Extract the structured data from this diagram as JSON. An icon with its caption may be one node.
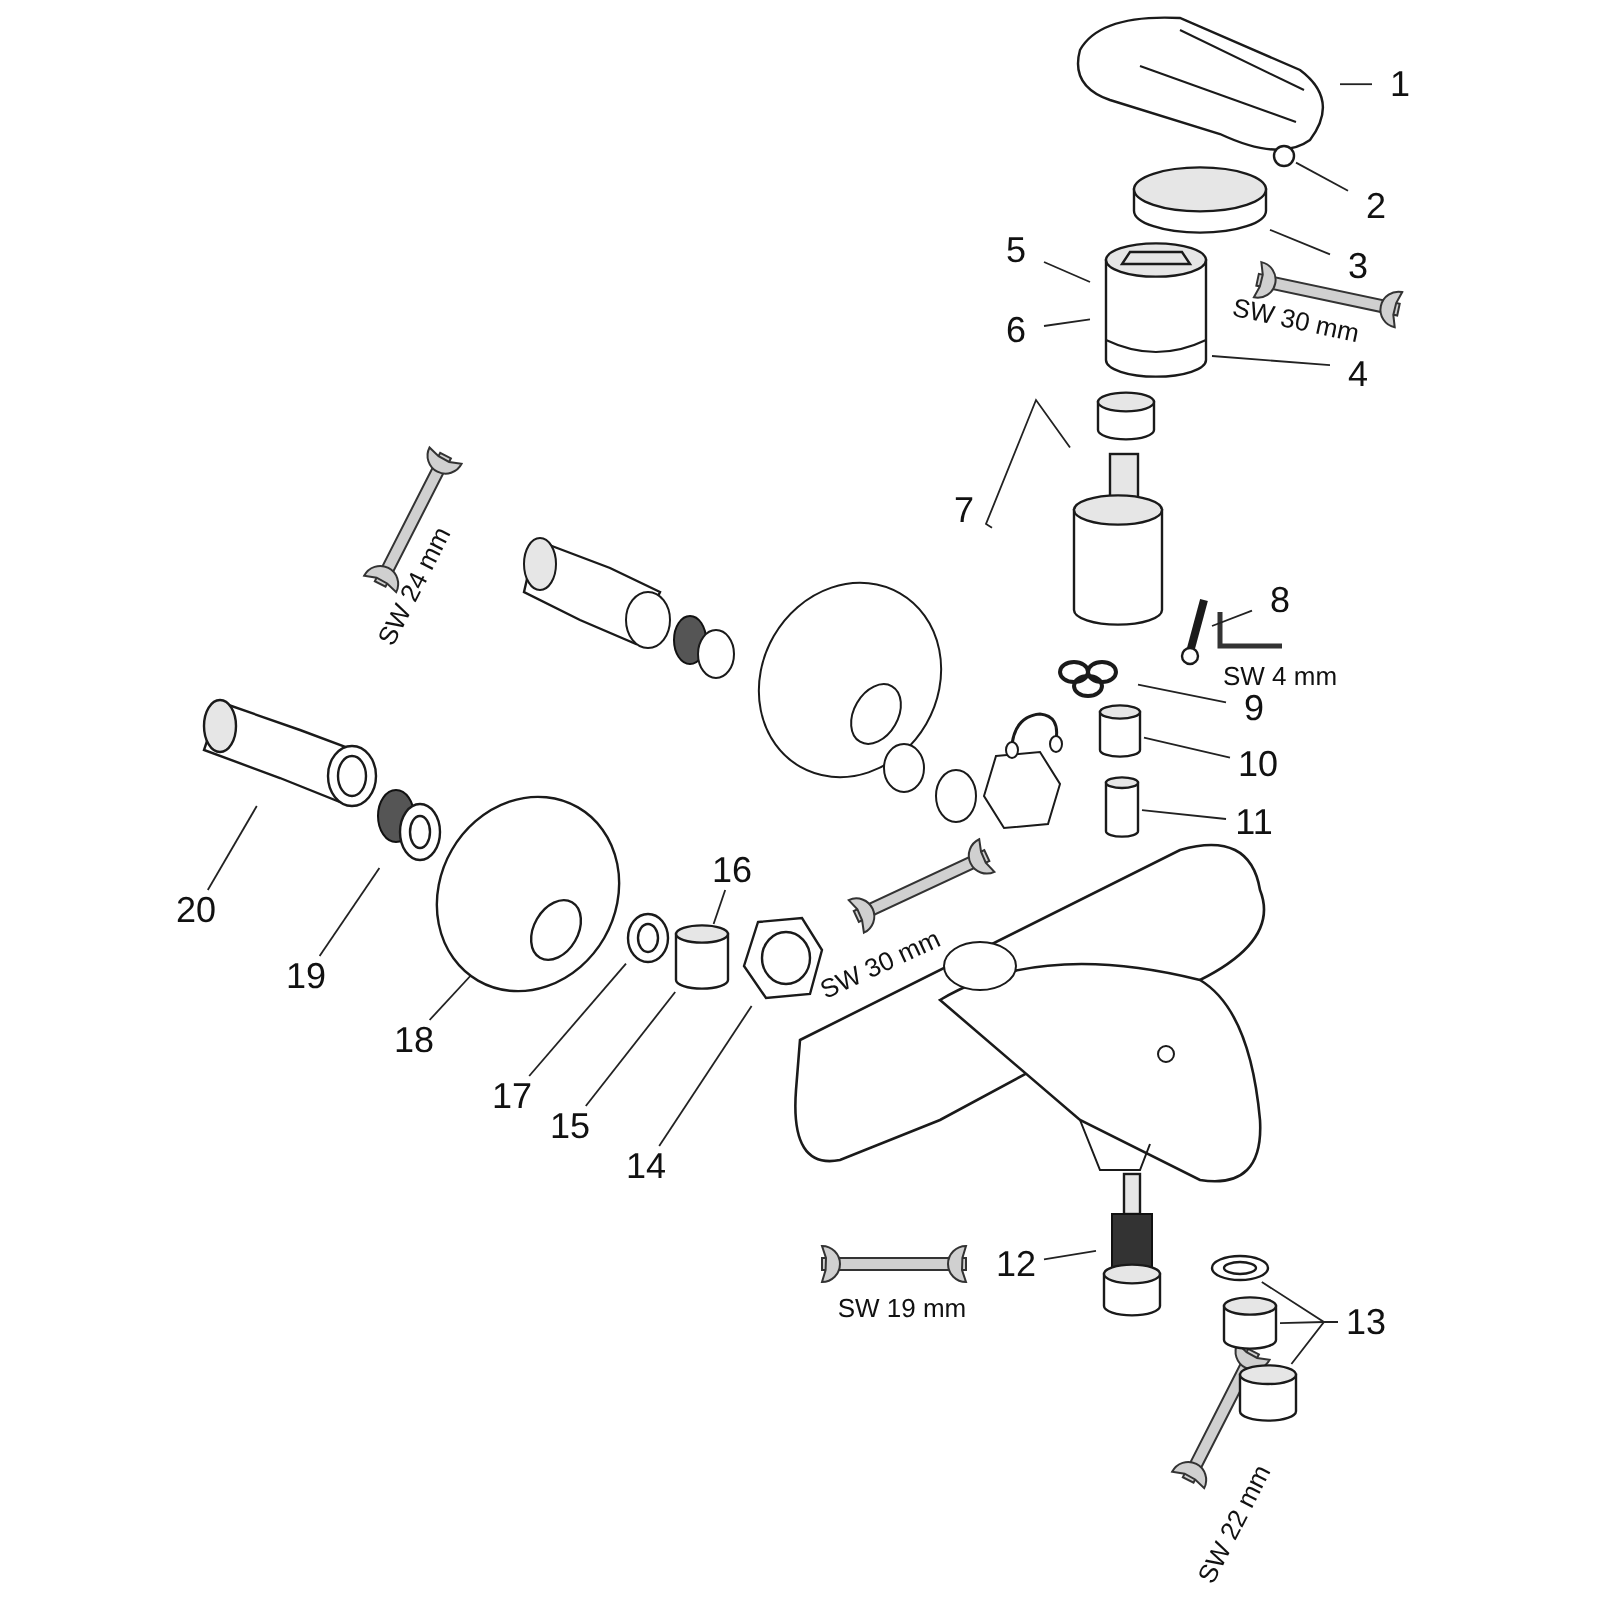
{
  "diagram": {
    "nodes": [
      {
        "text": [
          "1"
        ]
      },
      {
        "text": [],
        "shape": "picture"
      },
      {
        "text": [
          "2"
        ]
      },
      {
        "text": [],
        "shape": "circle"
      },
      {
        "text": [
          "3"
        ]
      },
      {
        "text": [],
        "shape": "cylinder"
      },
      {
        "text": [
          "4"
        ]
      },
      {
        "text": [
          "5"
        ]
      },
      {
        "text": [
          "6"
        ]
      },
      {
        "text": [],
        "shape": "picture"
      },
      {
        "text": [
          "7"
        ]
      },
      {
        "text": [],
        "shape": "picture"
      },
      {
        "text": [
          "8"
        ]
      },
      {
        "text": [],
        "shape": "picture"
      },
      {
        "text": [
          "9"
        ]
      },
      {
        "text": [],
        "shape": "picture"
      },
      {
        "text": [
          "10"
        ]
      },
      {
        "text": [],
        "shape": "cylinder"
      },
      {
        "text": [
          "11"
        ]
      },
      {
        "text": [],
        "shape": "cylinder"
      },
      {
        "text": [
          "12"
        ]
      },
      {
        "text": [],
        "shape": "picture"
      },
      {
        "text": [
          "13"
        ]
      },
      {
        "text": [],
        "shape": "picture"
      },
      {
        "text": [],
        "shape": "cylinder"
      },
      {
        "text": [],
        "shape": "cylinder"
      },
      {
        "text": [
          "14"
        ]
      },
      {
        "text": [],
        "shape": "picture"
      },
      {
        "text": [
          "15"
        ]
      },
      {
        "text": [
          "16"
        ]
      },
      {
        "text": [],
        "shape": "cylinder"
      },
      {
        "text": [
          "17"
        ]
      },
      {
        "text": [],
        "shape": "picture"
      },
      {
        "text": [
          "18"
        ]
      },
      {
        "text": [],
        "shape": "picture"
      },
      {
        "text": [
          "19"
        ]
      },
      {
        "text": [],
        "shape": "picture"
      },
      {
        "text": [
          "20"
        ]
      },
      {
        "text": [],
        "shape": "picture"
      }
    ],
    "edges": [
      {
        "from": 0,
        "to": 1,
        "arrow": "none"
      },
      {
        "from": 2,
        "to": 3,
        "arrow": "none"
      },
      {
        "from": 4,
        "to": 5,
        "arrow": "none"
      },
      {
        "from": 6,
        "to": 9,
        "arrow": "none"
      },
      {
        "from": 7,
        "to": 9,
        "arrow": "none"
      },
      {
        "from": 8,
        "to": 9,
        "arrow": "none"
      },
      {
        "from": 10,
        "to": 11,
        "arrow": "none"
      },
      {
        "from": 12,
        "to": 13,
        "arrow": "none"
      },
      {
        "from": 14,
        "to": 15,
        "arrow": "none"
      },
      {
        "from": 16,
        "to": 17,
        "arrow": "none"
      },
      {
        "from": 18,
        "to": 19,
        "arrow": "none"
      },
      {
        "from": 20,
        "to": 21,
        "arrow": "none"
      },
      {
        "from": 22,
        "to": 23,
        "arrow": "none"
      },
      {
        "from": 22,
        "to": 24,
        "arrow": "none"
      },
      {
        "from": 22,
        "to": 25,
        "arrow": "none"
      },
      {
        "from": 26,
        "to": 27,
        "arrow": "none"
      },
      {
        "from": 28,
        "to": 30,
        "arrow": "none"
      },
      {
        "from": 29,
        "to": 30,
        "arrow": "none"
      },
      {
        "from": 31,
        "to": 32,
        "arrow": "none"
      },
      {
        "from": 33,
        "to": 34,
        "arrow": "none"
      },
      {
        "from": 35,
        "to": 36,
        "arrow": "none"
      },
      {
        "from": 37,
        "to": 38,
        "arrow": "none"
      }
    ],
    "labels": [
      "SW 30 mm",
      "SW 4 mm",
      "SW 24 mm",
      "SW 30 mm",
      "SW 19 mm",
      "SW 22 mm"
    ]
  }
}
